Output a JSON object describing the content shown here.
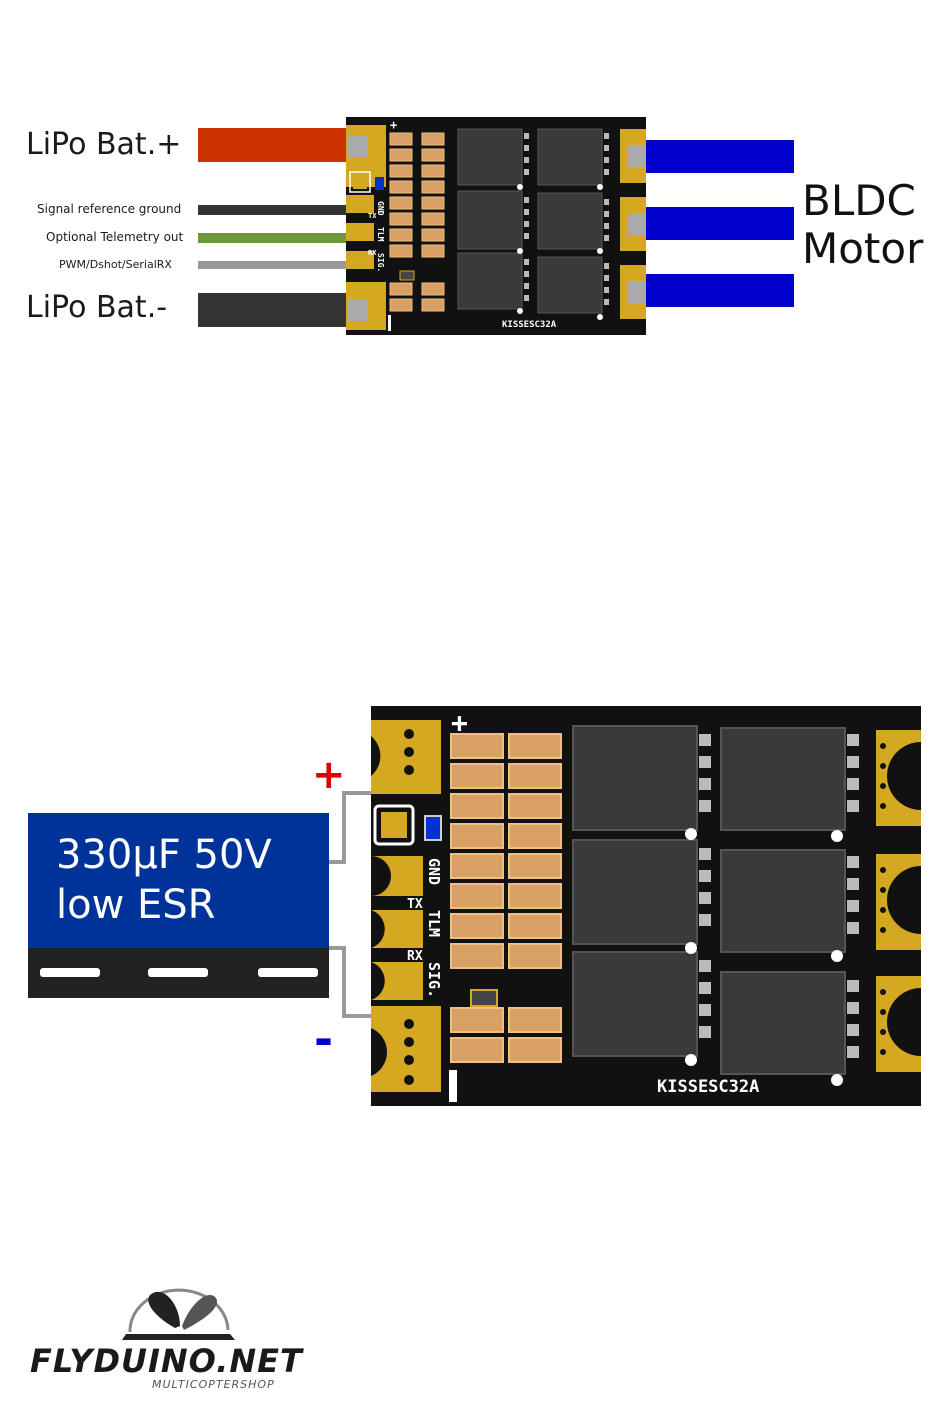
{
  "top_diagram": {
    "labels": {
      "lipo_plus": "LiPo Bat.+",
      "signal_ground": "Signal reference ground",
      "telemetry": "Optional Telemetry out",
      "pwm": "PWM/Dshot/SerialRX",
      "lipo_minus": "LiPo Bat.-",
      "motor_line1": "BLDC",
      "motor_line2": "Motor"
    },
    "pcb": {
      "plus": "+",
      "gnd": "GND",
      "tlm": "TLM",
      "sig": "SIG.",
      "tx": "TX",
      "rx": "RX",
      "name": "KISSESC32A"
    },
    "colors": {
      "lipo_plus_wire": "#cc3300",
      "signal_ground_wire": "#333333",
      "telemetry_wire": "#6a9a3a",
      "pwm_wire": "#999999",
      "lipo_minus_wire": "#333333",
      "motor_wire": "#0000cc"
    }
  },
  "bottom_diagram": {
    "capacitor": {
      "line1": "330µF 50V",
      "line2": "low ESR",
      "color": "#003399"
    },
    "signs": {
      "plus": "+",
      "minus": "-"
    },
    "pcb": {
      "plus": "+",
      "gnd": "GND",
      "tlm": "TLM",
      "sig": "SIG.",
      "tx": "TX",
      "rx": "RX",
      "name": "KISSESC32A"
    }
  },
  "logo": {
    "brand": "FLYDUINO.NET",
    "tagline": "MULTICOPTERSHOP"
  }
}
